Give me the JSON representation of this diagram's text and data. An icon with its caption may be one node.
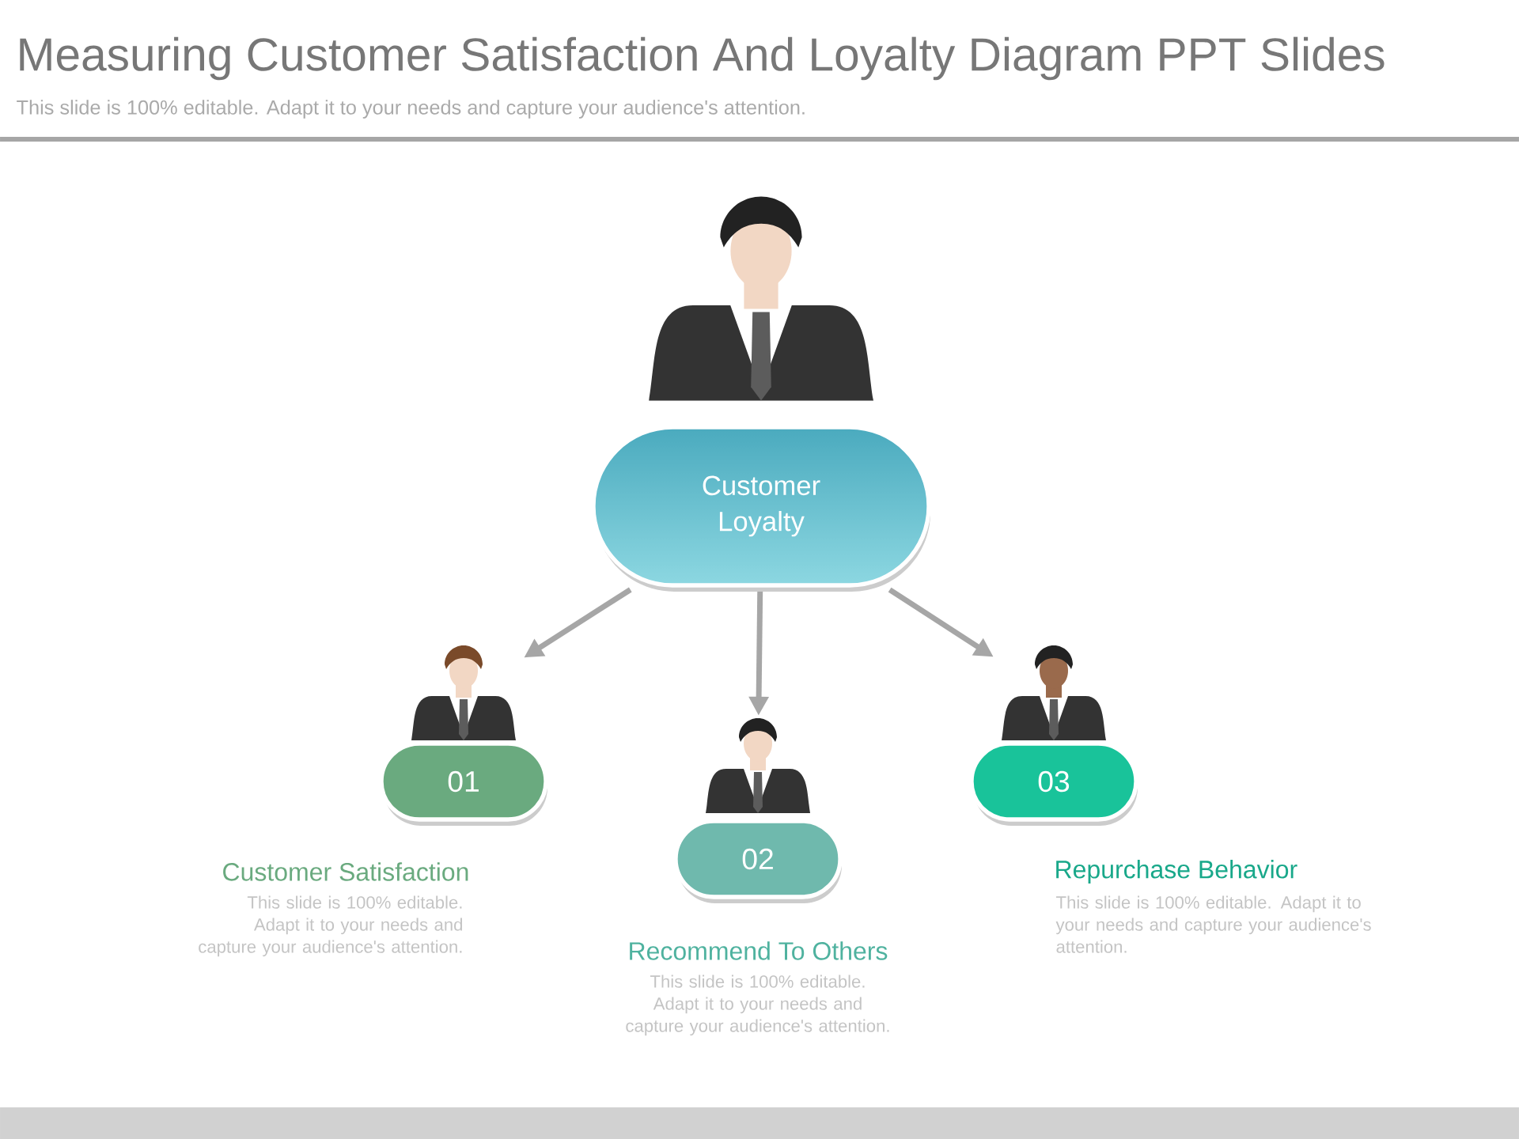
{
  "diagram": {
    "title": "Measuring Customer Satisfaction And Loyalty Diagram PPT Slides",
    "nodes": [
      {
        "text": [
          "Customer Loyalty"
        ]
      },
      {
        "text": [],
        "shape": "person"
      },
      {
        "text": [
          "01"
        ],
        "beside": [
          "Customer Satisfaction",
          "This slide is 100% editable. Adapt it to your needs and capture your audience's attention."
        ]
      },
      {
        "text": [],
        "shape": "person"
      },
      {
        "text": [
          "02"
        ],
        "beside": [
          "Recommend To Others",
          "This slide is 100% editable. Adapt it to your needs and capture your audience's attention."
        ]
      },
      {
        "text": [],
        "shape": "person"
      },
      {
        "text": [
          "03"
        ],
        "beside": [
          "Repurchase Behavior",
          "This slide is 100% editable. Adapt it to your needs and capture your audience's attention."
        ]
      }
    ],
    "edges": [
      {
        "from": 0,
        "to": 1,
        "arrow": "to"
      },
      {
        "from": 0,
        "to": 3,
        "arrow": "to"
      },
      {
        "from": 0,
        "to": 5,
        "arrow": "to"
      }
    ],
    "labels": [
      "This slide is 100% editable. Adapt it to your needs and capture your audience's attention."
    ]
  }
}
